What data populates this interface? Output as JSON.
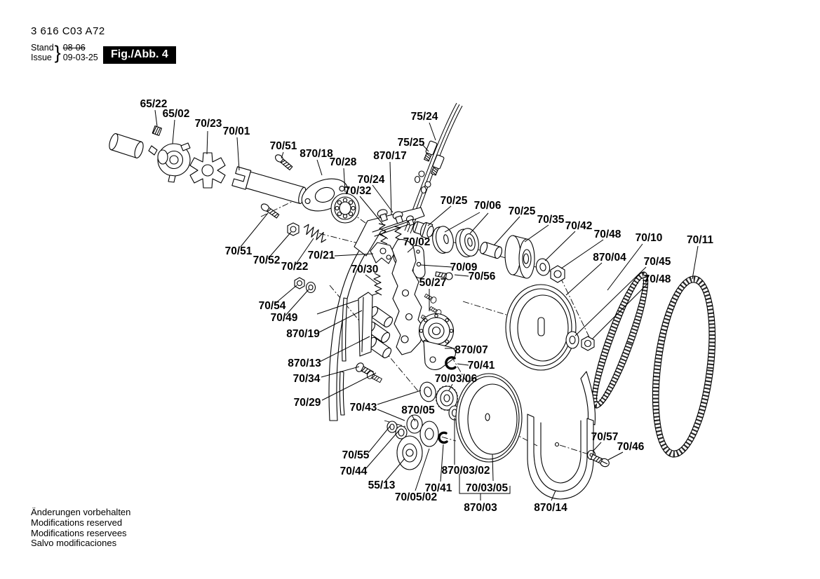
{
  "header": {
    "document_number": "3 616 C03 A72",
    "revision": {
      "stand_label": "Stand",
      "issue_label": "Issue",
      "brace": "}",
      "old_date": "08-06",
      "new_date": "09-03-25"
    },
    "figure_badge": "Fig./Abb. 4"
  },
  "footer": {
    "lines": [
      "Änderungen vorbehalten",
      "Modifications reserved",
      "Modifications reservees",
      "Salvo modificaciones"
    ]
  },
  "colors": {
    "ink": "#000000",
    "paper": "#ffffff",
    "badge_bg": "#000000",
    "badge_text": "#ffffff"
  },
  "labels": [
    {
      "id": "65-22",
      "text": "65/22"
    },
    {
      "id": "65-02",
      "text": "65/02"
    },
    {
      "id": "70-23",
      "text": "70/23"
    },
    {
      "id": "70-01",
      "text": "70/01"
    },
    {
      "id": "70-51-a",
      "text": "70/51"
    },
    {
      "id": "870-18",
      "text": "870/18"
    },
    {
      "id": "70-28",
      "text": "70/28"
    },
    {
      "id": "870-17",
      "text": "870/17"
    },
    {
      "id": "75-25",
      "text": "75/25"
    },
    {
      "id": "75-24",
      "text": "75/24"
    },
    {
      "id": "70-24",
      "text": "70/24"
    },
    {
      "id": "70-32",
      "text": "70/32"
    },
    {
      "id": "70-25-a",
      "text": "70/25"
    },
    {
      "id": "70-06",
      "text": "70/06"
    },
    {
      "id": "70-25-b",
      "text": "70/25"
    },
    {
      "id": "70-35",
      "text": "70/35"
    },
    {
      "id": "70-42",
      "text": "70/42"
    },
    {
      "id": "70-48-a",
      "text": "70/48"
    },
    {
      "id": "70-10",
      "text": "70/10"
    },
    {
      "id": "70-11",
      "text": "70/11"
    },
    {
      "id": "870-04",
      "text": "870/04"
    },
    {
      "id": "70-45",
      "text": "70/45"
    },
    {
      "id": "70-48-b",
      "text": "70/48"
    },
    {
      "id": "70-02",
      "text": "70/02"
    },
    {
      "id": "70-09",
      "text": "70/09"
    },
    {
      "id": "70-56",
      "text": "70/56"
    },
    {
      "id": "50-27",
      "text": "50/27"
    },
    {
      "id": "70-51-b",
      "text": "70/51"
    },
    {
      "id": "70-52",
      "text": "70/52"
    },
    {
      "id": "70-22",
      "text": "70/22"
    },
    {
      "id": "70-21",
      "text": "70/21"
    },
    {
      "id": "70-30",
      "text": "70/30"
    },
    {
      "id": "70-54",
      "text": "70/54"
    },
    {
      "id": "70-49",
      "text": "70/49"
    },
    {
      "id": "870-19",
      "text": "870/19"
    },
    {
      "id": "870-13",
      "text": "870/13"
    },
    {
      "id": "70-34",
      "text": "70/34"
    },
    {
      "id": "70-29",
      "text": "70/29"
    },
    {
      "id": "70-43",
      "text": "70/43"
    },
    {
      "id": "870-05",
      "text": "870/05"
    },
    {
      "id": "70-03-06",
      "text": "70/03/06"
    },
    {
      "id": "870-07",
      "text": "870/07"
    },
    {
      "id": "70-41-a",
      "text": "70/41"
    },
    {
      "id": "70-55",
      "text": "70/55"
    },
    {
      "id": "70-44",
      "text": "70/44"
    },
    {
      "id": "55-13",
      "text": "55/13"
    },
    {
      "id": "70-05-02",
      "text": "70/05/02"
    },
    {
      "id": "70-41-b",
      "text": "70/41"
    },
    {
      "id": "870-03-02",
      "text": "870/03/02"
    },
    {
      "id": "70-03-05",
      "text": "70/03/05"
    },
    {
      "id": "870-03",
      "text": "870/03"
    },
    {
      "id": "870-14",
      "text": "870/14"
    },
    {
      "id": "70-57",
      "text": "70/57"
    },
    {
      "id": "70-46",
      "text": "70/46"
    }
  ]
}
